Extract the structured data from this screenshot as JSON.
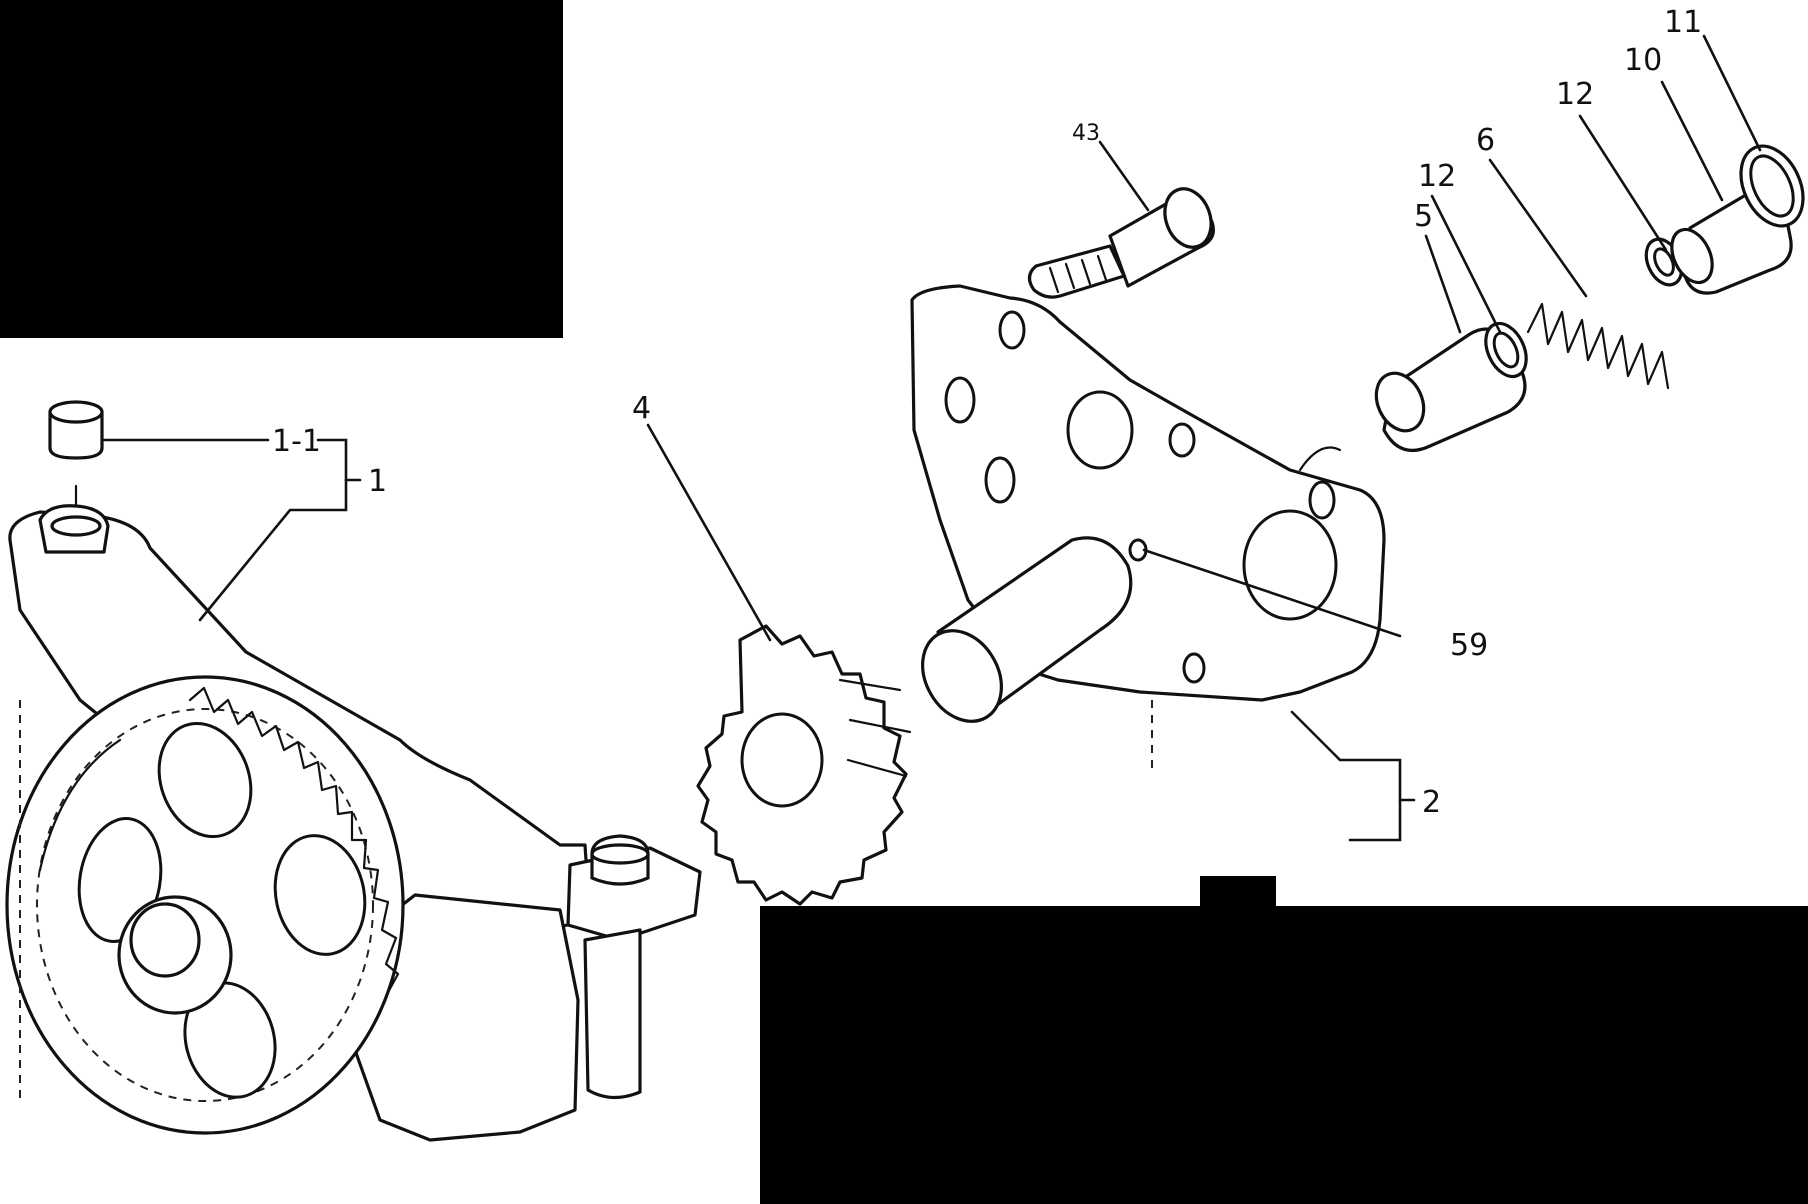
{
  "diagram": {
    "callouts": {
      "c_1_1": "1-1",
      "c_1": "1",
      "c_4": "4",
      "c_43": "43",
      "c_59": "59",
      "c_2": "2",
      "c_5": "5",
      "c_12_a": "12",
      "c_6": "6",
      "c_12_b": "12",
      "c_10": "10",
      "c_11": "11"
    },
    "redactions": [
      "top-left",
      "bottom-right"
    ]
  }
}
